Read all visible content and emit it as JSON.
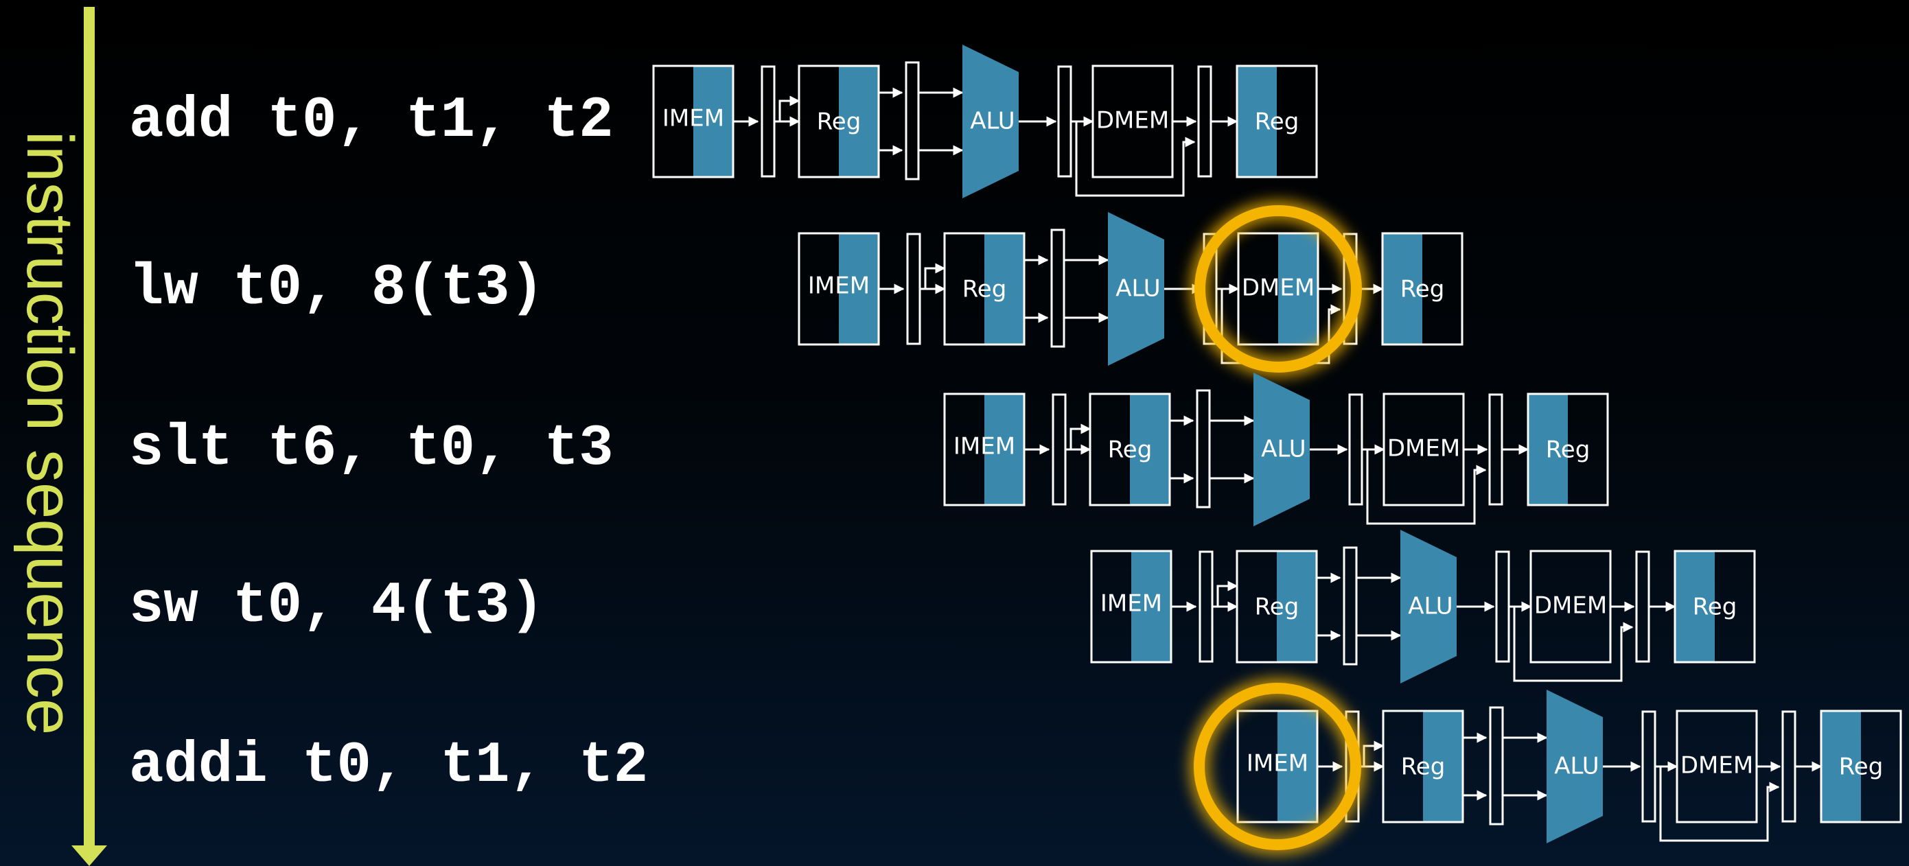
{
  "axis_label": "instruction sequence",
  "colors": {
    "accent_stage": "#3b88ad",
    "arrow": "#d4e157",
    "highlight_ring": "#f4b400",
    "wire": "#ffffff"
  },
  "stage_labels": {
    "imem": "IMEM",
    "reg_read": "Reg",
    "alu": "ALU",
    "dmem": "DMEM",
    "reg_write": "Reg"
  },
  "instructions": [
    {
      "text": "add t0, t1, t2",
      "highlight": null
    },
    {
      "text": "lw t0, 8(t3)",
      "highlight": "dmem"
    },
    {
      "text": "slt t6, t0, t3",
      "highlight": null
    },
    {
      "text": "sw t0, 4(t3)",
      "highlight": null
    },
    {
      "text": "addi t0, t1, t2",
      "highlight": "imem"
    }
  ]
}
